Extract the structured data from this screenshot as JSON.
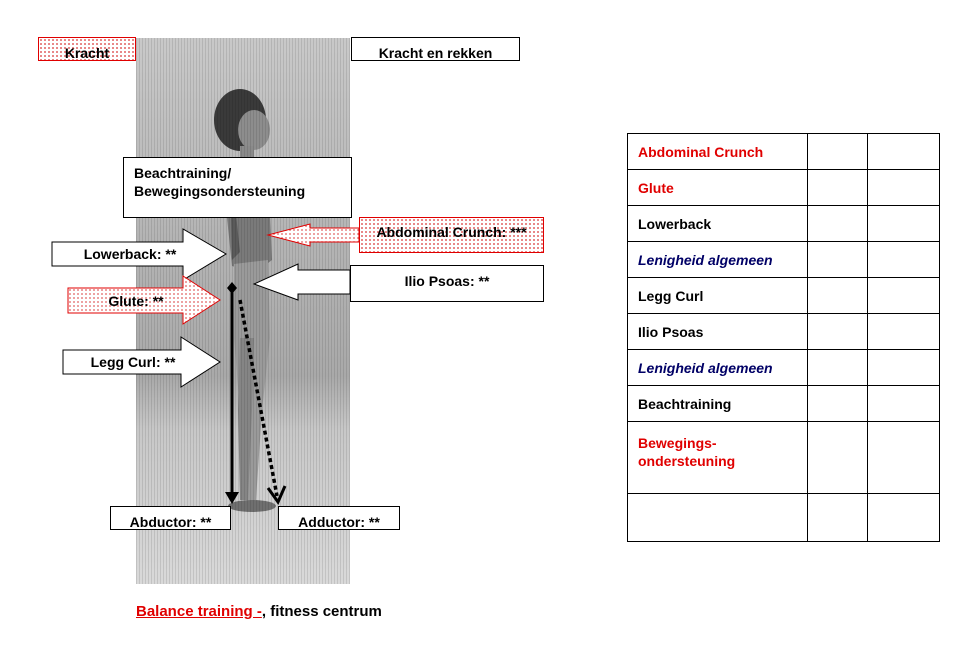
{
  "top_labels": {
    "kracht": "Kracht",
    "kracht_en_rekken": "Kracht en rekken"
  },
  "callouts": {
    "beach": "Beachtraining/ Bewegingsondersteuning",
    "abdominal": "Abdominal Crunch: ***",
    "lowerback": "Lowerback: **",
    "ilio": "Ilio Psoas: **",
    "glute": "Glute: **",
    "legg": "Legg Curl: **",
    "abductor": "Abductor: **",
    "adductor": "Adductor: **"
  },
  "table": {
    "rows": [
      {
        "label": "Abdominal Crunch",
        "style": "red"
      },
      {
        "label": "Glute",
        "style": "red"
      },
      {
        "label": "Lowerback",
        "style": "black"
      },
      {
        "label": "Lenigheid algemeen",
        "style": "blue"
      },
      {
        "label": "Legg Curl",
        "style": "black"
      },
      {
        "label": "Ilio Psoas",
        "style": "black"
      },
      {
        "label": "Lenigheid algemeen",
        "style": "blue"
      },
      {
        "label": "Beachtraining",
        "style": "black"
      },
      {
        "label": "Bewegings- ondersteuning",
        "style": "red"
      },
      {
        "label": "",
        "style": "black"
      }
    ]
  },
  "caption": {
    "underlined": "Balance training -",
    "rest": ", fitness centrum"
  },
  "colors": {
    "accent_red": "#e00000",
    "italic_blue": "#000066",
    "border": "#000000"
  }
}
